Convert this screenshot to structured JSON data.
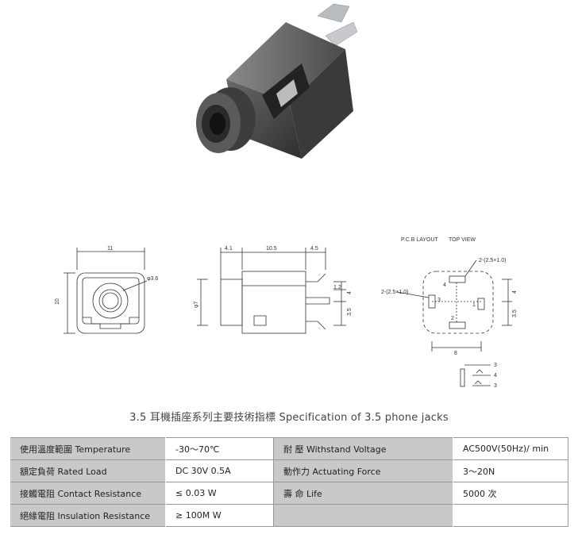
{
  "pcb_header": {
    "layout": "P.C.B LAYOUT",
    "view": "TOP VIEW"
  },
  "front_view": {
    "width": "11",
    "height": "10",
    "hole": "φ3.6"
  },
  "side_view": {
    "dim_a": "4.1",
    "dim_b": "10.5",
    "dim_c": "4.5",
    "diameter": "φ7",
    "dim_d": "1.2",
    "dim_e": "4",
    "dim_f": "3.5"
  },
  "pcb_view": {
    "pad_top": "2-(2.5×1.0)",
    "pad_left": "2-(2.5×1.0)",
    "pin_4": "4",
    "pin_3": "3",
    "pin_2": "2",
    "pin_1": "1",
    "dim_4": "4",
    "dim_35": "3.5",
    "dim_8": "8"
  },
  "schematic": {
    "p3a": "3",
    "p4": "4",
    "p3b": "3"
  },
  "title": "3.5  耳機插座系列主要技術指標 Specification of 3.5 phone jacks",
  "spec_rows": [
    {
      "k1": "使用溫度範圍 Temperature",
      "v1": "-30～70℃",
      "k2": "耐   壓  Withstand Voltage",
      "v2": "AC500V(50Hz)/ min"
    },
    {
      "k1": "額定負荷  Rated Load",
      "v1": "DC  30V  0.5A",
      "k2": "動作力  Actuating Force",
      "v2": "3～20N"
    },
    {
      "k1": "接觸電阻  Contact Resistance",
      "v1": "≤ 0.03 W",
      "k2": "壽   命  Life",
      "v2": "5000 次"
    },
    {
      "k1": "絕緣電阻  Insulation Resistance",
      "v1": "≥ 100M W",
      "k2": "",
      "v2": ""
    }
  ]
}
